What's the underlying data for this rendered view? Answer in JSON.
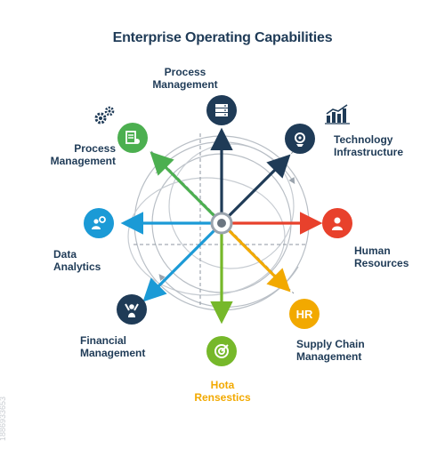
{
  "title": "Enterprise Operating Capabilities",
  "nodes": [
    {
      "id": "top",
      "label": "Process\nManagement",
      "color": "#1f3b57",
      "icon": "server-icon"
    },
    {
      "id": "top-right",
      "label": "Technology\nInfrastructure",
      "color": "#1f3b57",
      "icon": "gear-head-icon"
    },
    {
      "id": "right",
      "label": "Human\nResources",
      "color": "#e8412c",
      "icon": "person-icon"
    },
    {
      "id": "bottom-right",
      "label": "Supply Chain\nManagement",
      "color": "#f2a900",
      "icon": "hr-badge-icon",
      "icon_text": "HR"
    },
    {
      "id": "bottom",
      "label": "Hota\nRensestics",
      "color": "#76b82a",
      "icon": "target-icon"
    },
    {
      "id": "bottom-left",
      "label": "Financial\nManagement",
      "color": "#1f3b57",
      "icon": "hands-up-person-icon"
    },
    {
      "id": "left",
      "label": "Data\nAnalytics",
      "color": "#1b9ad6",
      "icon": "people-gear-icon"
    },
    {
      "id": "top-left",
      "label": "Process\nManagement",
      "color": "#4caf50",
      "icon": "document-gear-icon"
    }
  ],
  "decorations": {
    "gears_icon": "gears-icon",
    "growth_chart_icon": "bar-chart-growth-icon"
  },
  "watermark": "1886933653"
}
